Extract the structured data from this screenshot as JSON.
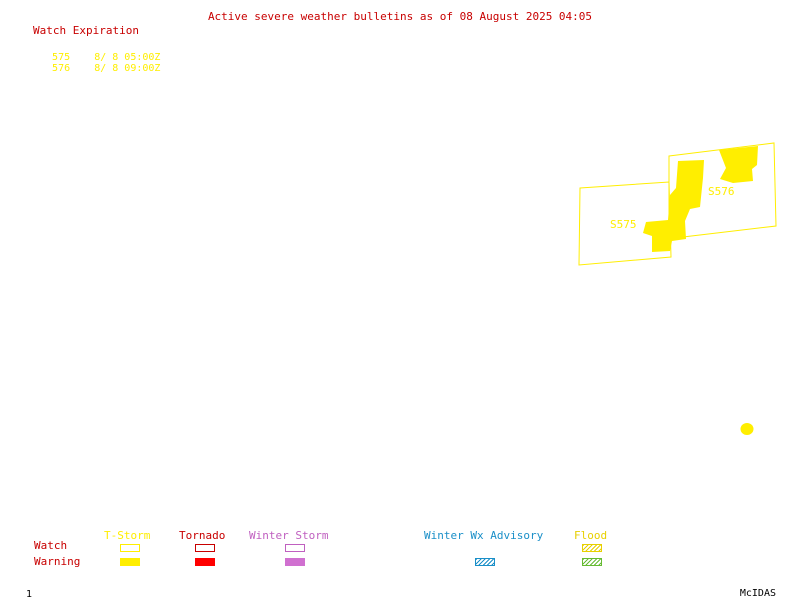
{
  "title": "Active severe weather bulletins as of 08 August 2025 04:05",
  "watch_expiration": {
    "heading": "Watch Expiration",
    "rows": [
      {
        "id": "575",
        "expires": "8/ 8 05:00Z"
      },
      {
        "id": "576",
        "expires": "8/ 8 09:00Z"
      }
    ]
  },
  "map": {
    "watch_labels": [
      "S575",
      "S576"
    ]
  },
  "legend": {
    "row_labels": {
      "watch": "Watch",
      "warning": "Warning"
    },
    "categories": [
      {
        "name": "T-Storm",
        "color": "#ffee00",
        "watch_style": "outline",
        "warning_style": "fill"
      },
      {
        "name": "Tornado",
        "color": "#ff0000",
        "watch_style": "outline",
        "warning_style": "fill"
      },
      {
        "name": "Winter Storm",
        "color": "#d070d0",
        "watch_style": "outline",
        "warning_style": "fill"
      },
      {
        "name": "Winter Wx Advisory",
        "color": "#1a8fc8",
        "watch_style": "none",
        "warning_style": "hatch"
      },
      {
        "name": "Flood",
        "color": "#e8d000",
        "watch_style": "hatch",
        "warning_style": "hatch",
        "warning_color": "#66bb33"
      }
    ]
  },
  "footer": {
    "brand": "McIDAS",
    "frame": "1"
  }
}
